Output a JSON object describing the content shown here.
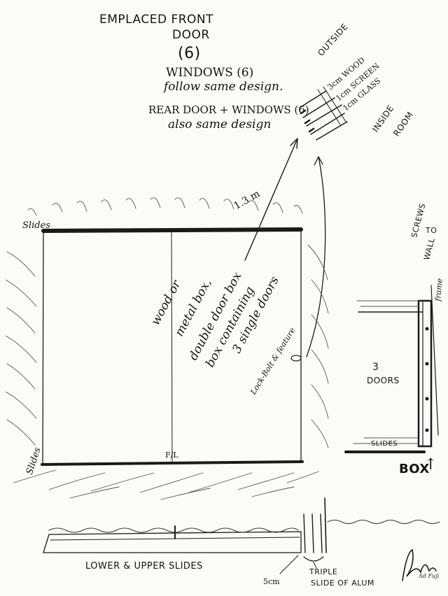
{
  "header": {
    "title_line1": "EMPLACED FRONT",
    "title_line2": "DOOR",
    "title_count": "(6)"
  },
  "notes": {
    "windows": "WINDOWS (6)",
    "follow_same": "follow same design.",
    "rear_door": "REAR DOOR + WINDOWS (6)",
    "also_same": "also same design"
  },
  "section_detail": {
    "outside": "OUTSIDE",
    "wood": "3cm WOOD",
    "screen": "1cm SCREEN",
    "glass": "1cm GLASS",
    "inside": "INSIDE",
    "room": "ROOM"
  },
  "front_view": {
    "width_label": "1.3 m",
    "top_slides": "Slides",
    "bottom_slides": "Slides",
    "floor_mark": "F/L",
    "box_text_1": "wood or",
    "box_text_2": "metal box,",
    "box_text_3": "double door box",
    "box_text_4": "box containing",
    "box_text_5": "3 single doors",
    "lock_label": "Lock-Bolt & feature"
  },
  "side_view": {
    "screws_1": "SCREWS",
    "screws_2": "TO",
    "screws_3": "WALL",
    "frame_label": "frame",
    "doors_count": "3",
    "doors_word": "DOORS",
    "slides_label": "SLIDES",
    "box_label": "BOX",
    "box_arrow": "↑"
  },
  "bottom": {
    "lower_upper": "LOWER & UPPER SLIDES",
    "dim_5cm": "5cm",
    "triple": "TRIPLE",
    "slide_of_alum": "SLIDE OF ALUM"
  },
  "signature": {
    "text": "Ad Fuji"
  },
  "colors": {
    "ink": "#141414",
    "paper": "#fbfbf8"
  }
}
